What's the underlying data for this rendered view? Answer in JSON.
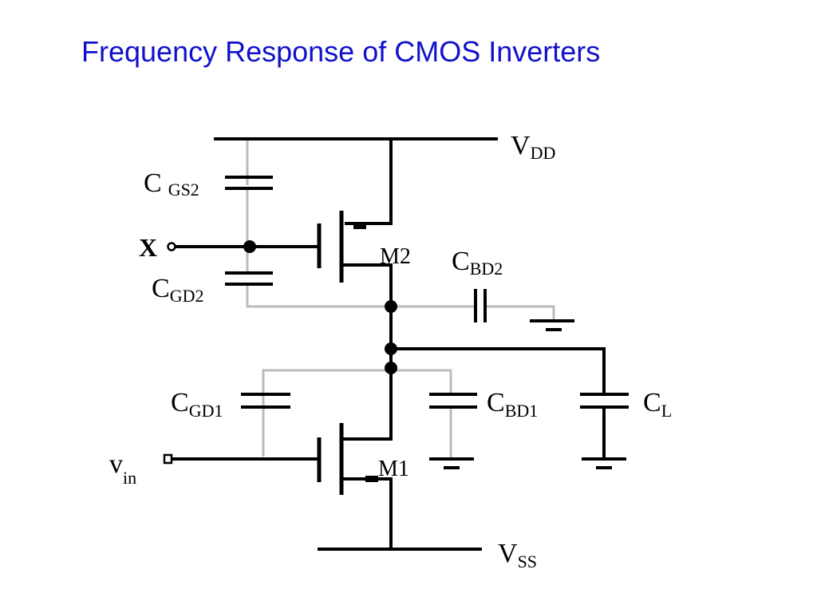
{
  "title": "Frequency Response of CMOS Inverters",
  "colors": {
    "title": "#1111cc",
    "wire": "#000000",
    "parasitic": "#bbbbbb"
  },
  "labels": {
    "vdd": {
      "main": "V",
      "sub": "DD"
    },
    "vss": {
      "main": "V",
      "sub": "SS"
    },
    "cgs2": {
      "main": "C",
      "sub": "GS2"
    },
    "cgd2": {
      "main": "C",
      "sub": "GD2"
    },
    "cbd2": {
      "main": "C",
      "sub": "BD2"
    },
    "cgd1": {
      "main": "C",
      "sub": "GD1"
    },
    "cbd1": {
      "main": "C",
      "sub": "BD1"
    },
    "cl": {
      "main": "C",
      "sub": "L"
    },
    "vin": {
      "main": "v",
      "sub": "in"
    },
    "x_node": "X",
    "m1": "M1",
    "m2": "M2"
  }
}
